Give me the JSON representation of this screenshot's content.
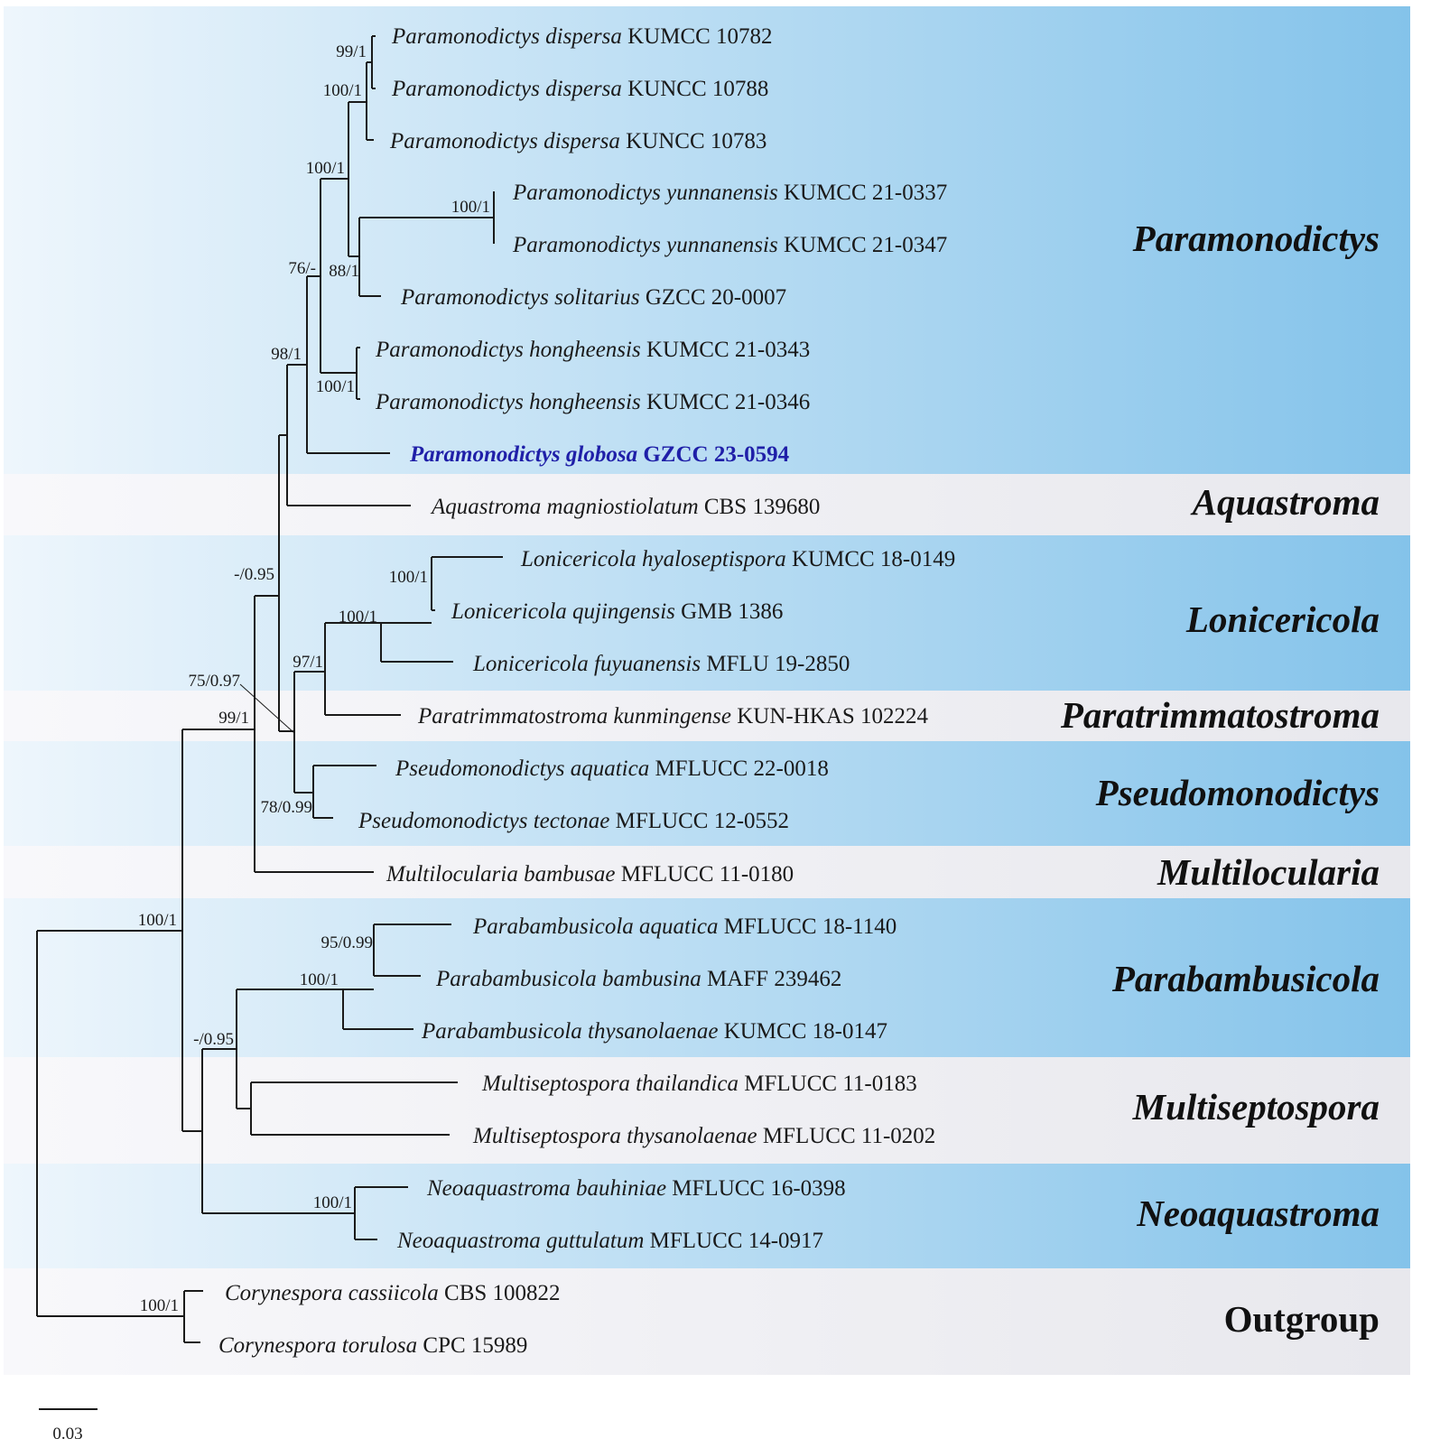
{
  "colors": {
    "blue_band_start": "#eaf4fc",
    "blue_band_end": "#84c3ea",
    "gray_band_start": "#f8f8fb",
    "gray_band_end": "#e9e9ee",
    "highlight_text": "#1f1fa8"
  },
  "scale_bar": {
    "label": "0.03"
  },
  "taxa": [
    {
      "id": "t1",
      "genus": "Paramonodictys dispersa",
      "strain": "KUMCC 10782"
    },
    {
      "id": "t2",
      "genus": "Paramonodictys dispersa",
      "strain": "KUNCC 10788"
    },
    {
      "id": "t3",
      "genus": "Paramonodictys dispersa",
      "strain": "KUNCC 10783"
    },
    {
      "id": "t4",
      "genus": "Paramonodictys yunnanensis",
      "strain": "KUMCC 21-0337"
    },
    {
      "id": "t5",
      "genus": "Paramonodictys yunnanensis",
      "strain": "KUMCC 21-0347"
    },
    {
      "id": "t6",
      "genus": "Paramonodictys solitarius",
      "strain": "GZCC 20-0007"
    },
    {
      "id": "t7",
      "genus": "Paramonodictys hongheensis",
      "strain": "KUMCC 21-0343"
    },
    {
      "id": "t8",
      "genus": "Paramonodictys hongheensis",
      "strain": "KUMCC 21-0346"
    },
    {
      "id": "t9",
      "genus": "Paramonodictys globosa",
      "strain": "GZCC 23-0594",
      "highlight": true
    },
    {
      "id": "t10",
      "genus": "Aquastroma magniostiolatum",
      "strain": "CBS 139680"
    },
    {
      "id": "t11",
      "genus": "Lonicericola hyaloseptispora",
      "strain": "KUMCC 18-0149"
    },
    {
      "id": "t12",
      "genus": "Lonicericola qujingensis",
      "strain": "GMB 1386"
    },
    {
      "id": "t13",
      "genus": "Lonicericola fuyuanensis",
      "strain": "MFLU 19-2850"
    },
    {
      "id": "t14",
      "genus": "Paratrimmatostroma kunmingense",
      "strain": "KUN-HKAS 102224"
    },
    {
      "id": "t15",
      "genus": "Pseudomonodictys aquatica",
      "strain": "MFLUCC 22-0018"
    },
    {
      "id": "t16",
      "genus": "Pseudomonodictys tectonae",
      "strain": "MFLUCC 12-0552"
    },
    {
      "id": "t17",
      "genus": "Multilocularia bambusae",
      "strain": "MFLUCC 11-0180"
    },
    {
      "id": "t18",
      "genus": "Parabambusicola aquatica",
      "strain": "MFLUCC 18-1140"
    },
    {
      "id": "t19",
      "genus": "Parabambusicola bambusina",
      "strain": "MAFF 239462"
    },
    {
      "id": "t20",
      "genus": "Parabambusicola thysanolaenae",
      "strain": "KUMCC 18-0147"
    },
    {
      "id": "t21",
      "genus": "Multiseptospora thailandica",
      "strain": "MFLUCC 11-0183"
    },
    {
      "id": "t22",
      "genus": "Multiseptospora thysanolaenae",
      "strain": "MFLUCC 11-0202"
    },
    {
      "id": "t23",
      "genus": "Neoaquastroma bauhiniae",
      "strain": "MFLUCC 16-0398"
    },
    {
      "id": "t24",
      "genus": "Neoaquastroma guttulatum",
      "strain": "MFLUCC 14-0917"
    },
    {
      "id": "t25",
      "genus": "Corynespora cassiicola",
      "strain": "CBS 100822"
    },
    {
      "id": "t26",
      "genus": "Corynespora torulosa",
      "strain": "CPC 15989"
    }
  ],
  "clades": [
    {
      "name": "Paramonodictys",
      "band": "blue"
    },
    {
      "name": "Aquastroma",
      "band": "gray"
    },
    {
      "name": "Lonicericola",
      "band": "blue"
    },
    {
      "name": "Paratrimmatostroma",
      "band": "gray"
    },
    {
      "name": "Pseudomonodictys",
      "band": "blue"
    },
    {
      "name": "Multilocularia",
      "band": "gray"
    },
    {
      "name": "Parabambusicola",
      "band": "blue"
    },
    {
      "name": "Multiseptospora",
      "band": "gray"
    },
    {
      "name": "Neoaquastroma",
      "band": "blue"
    },
    {
      "name": "Outgroup",
      "band": "gray"
    }
  ],
  "supports": [
    {
      "id": "s1",
      "label": "99/1"
    },
    {
      "id": "s2",
      "label": "100/1"
    },
    {
      "id": "s3",
      "label": "100/1"
    },
    {
      "id": "s4",
      "label": "100/1"
    },
    {
      "id": "s5",
      "label": "76/-"
    },
    {
      "id": "s6",
      "label": "88/1"
    },
    {
      "id": "s7",
      "label": "98/1"
    },
    {
      "id": "s8",
      "label": "100/1"
    },
    {
      "id": "s9",
      "label": "-/0.95"
    },
    {
      "id": "s10",
      "label": "100/1"
    },
    {
      "id": "s11",
      "label": "100/1"
    },
    {
      "id": "s12",
      "label": "97/1"
    },
    {
      "id": "s13",
      "label": "75/0.97"
    },
    {
      "id": "s14",
      "label": "99/1"
    },
    {
      "id": "s15",
      "label": "78/0.99"
    },
    {
      "id": "s16",
      "label": "100/1"
    },
    {
      "id": "s17",
      "label": "95/0.99"
    },
    {
      "id": "s18",
      "label": "100/1"
    },
    {
      "id": "s19",
      "label": "-/0.95"
    },
    {
      "id": "s20",
      "label": "100/1"
    },
    {
      "id": "s21",
      "label": "100/1"
    }
  ]
}
